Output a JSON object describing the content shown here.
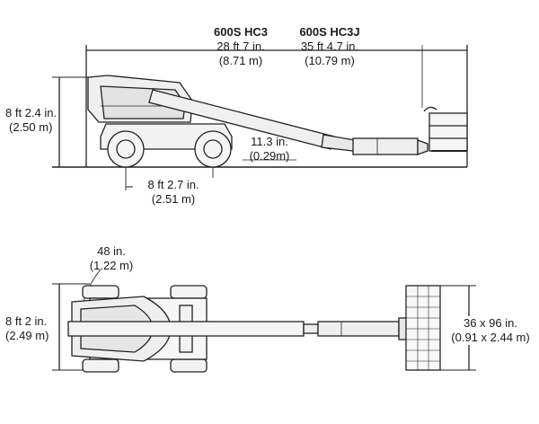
{
  "side_view": {
    "model_hc3": "600S HC3",
    "len_hc3_ft": "28 ft 7 in.",
    "len_hc3_m": "(8.71 m)",
    "model_hc3j": "600S HC3J",
    "len_hc3j_ft": "35 ft 4.7 in.",
    "len_hc3j_m": "(10.79 m)",
    "height_ft": "8 ft 2.4 in.",
    "height_m": "(2.50 m)",
    "clearance_in": "11.3 in.",
    "clearance_m": "(0.29m)",
    "wheelbase_ft": "8 ft 2.7 in.",
    "wheelbase_m": "(2.51 m)"
  },
  "top_view": {
    "turn_in": "48 in.",
    "turn_m": "(1.22 m)",
    "width_ft": "8 ft 2 in.",
    "width_m": "(2.49 m)",
    "platform_in": "36 x 96 in.",
    "platform_m": "(0.91 x 2.44 m)"
  }
}
